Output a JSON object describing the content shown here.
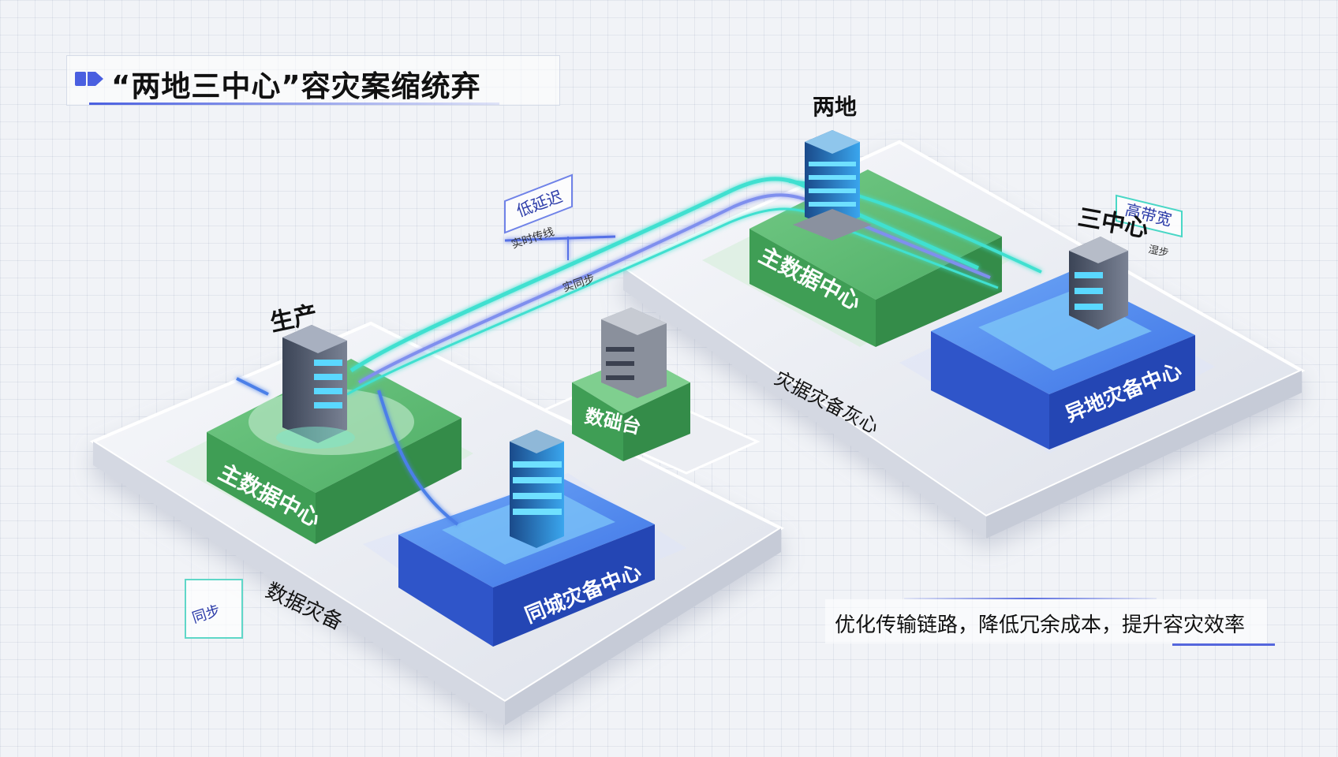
{
  "title": "“两地三中心”容灾案缩统弃",
  "caption": "优化传输链路，降低冗余成本，提升容灾效率",
  "labels": {
    "production": "生产",
    "two_sites": "两地",
    "three_centers": "三中心",
    "main_dc_left": "主数据中心",
    "main_dc_right": "主数据中心",
    "same_city_dc": "同城灾备中心",
    "remote_dc": "异地灾备中心",
    "data_backup": "数据灾备",
    "backup_center": "灾据灾备灰心",
    "data_node": "数础台",
    "low_latency": "低延迟",
    "high_bandwidth": "高带宽",
    "realtime_sync": "实时传线",
    "async_copy": "实同步",
    "tag_right_small": "湿步",
    "tag_left_sync": "同步"
  },
  "colors": {
    "accent_blue": "#4a5fe0",
    "green": "#43a35a",
    "blue_block": "#3c63de",
    "cyan_link": "#3fe0d0",
    "platform": "#e6e9f0"
  },
  "icons": {
    "title": "arrow-tag-icon",
    "building": "server-building-icon"
  }
}
